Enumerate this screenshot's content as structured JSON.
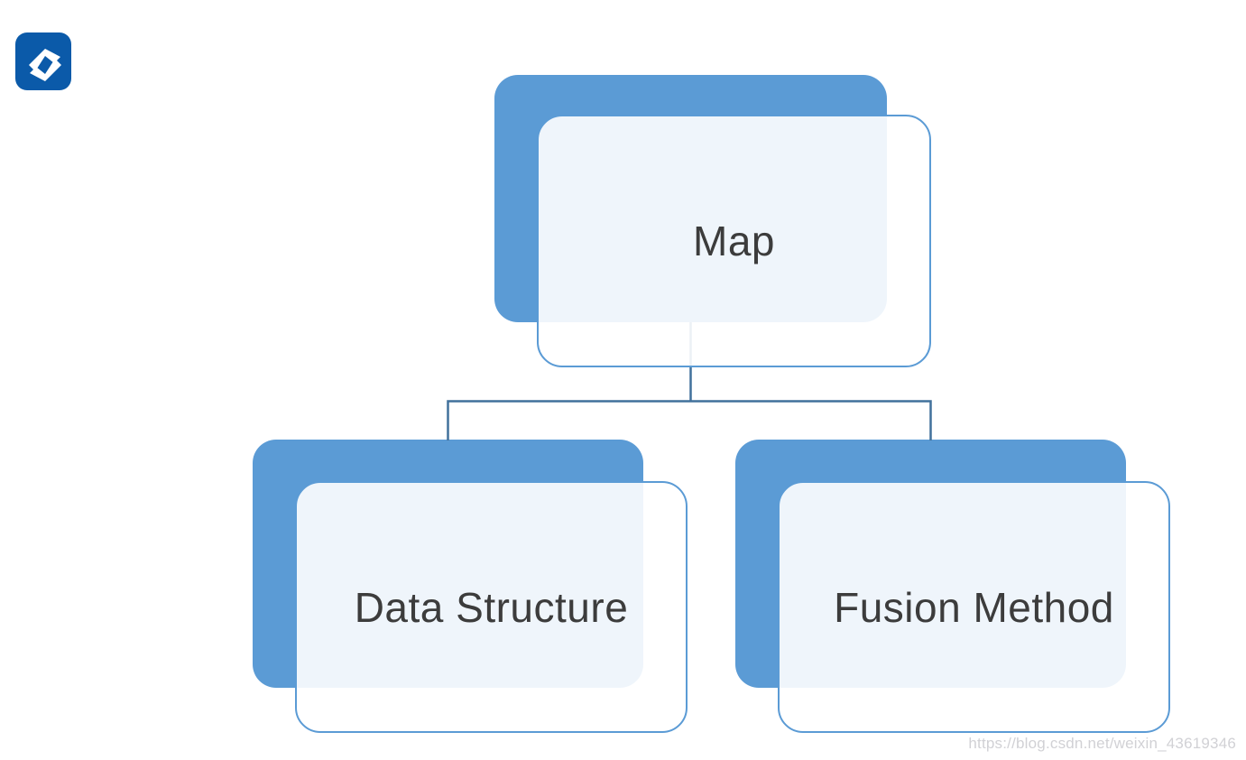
{
  "app": {
    "background_color": "#FFFFFF"
  },
  "branding": {
    "logo_icon": "csdn-logo-icon",
    "logo_bg_color": "#0B5AA9",
    "logo_glyph_color": "#FFFFFF"
  },
  "diagram": {
    "type": "hierarchy",
    "root": "Map",
    "children": [
      "Data Structure",
      "Fusion Method"
    ],
    "nodes": [
      {
        "id": "map",
        "label": "Map"
      },
      {
        "id": "data-structure",
        "label": "Data Structure"
      },
      {
        "id": "fusion-method",
        "label": "Fusion Method"
      }
    ],
    "colors": {
      "shape_fill": "#5B9BD5",
      "front_overlay": "rgba(255,255,255,0.90)",
      "front_border": "#5B9BD5",
      "connector": "#41719C",
      "label_text": "#3C3C3C"
    }
  },
  "watermark": {
    "text": "https://blog.csdn.net/weixin_43619346",
    "color": "#D1D1D5"
  }
}
